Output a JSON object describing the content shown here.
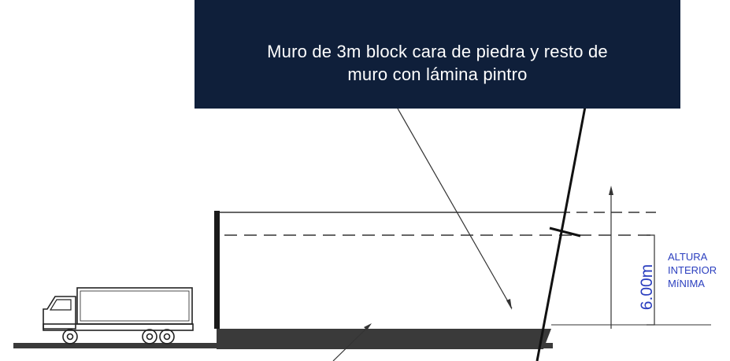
{
  "callout": {
    "text": "Muro de 3m block cara de piedra y resto de\nmuro con lámina pintro"
  },
  "dimension": {
    "value_label": "6.00m",
    "note_lines": [
      "ALTURA",
      "INTERIOR",
      "MíNIMA"
    ]
  },
  "colors": {
    "callout_bg": "#0f1f3a",
    "dimension_text": "#2b3fbf",
    "line": "#222222",
    "floor": "#3a3a3a"
  }
}
